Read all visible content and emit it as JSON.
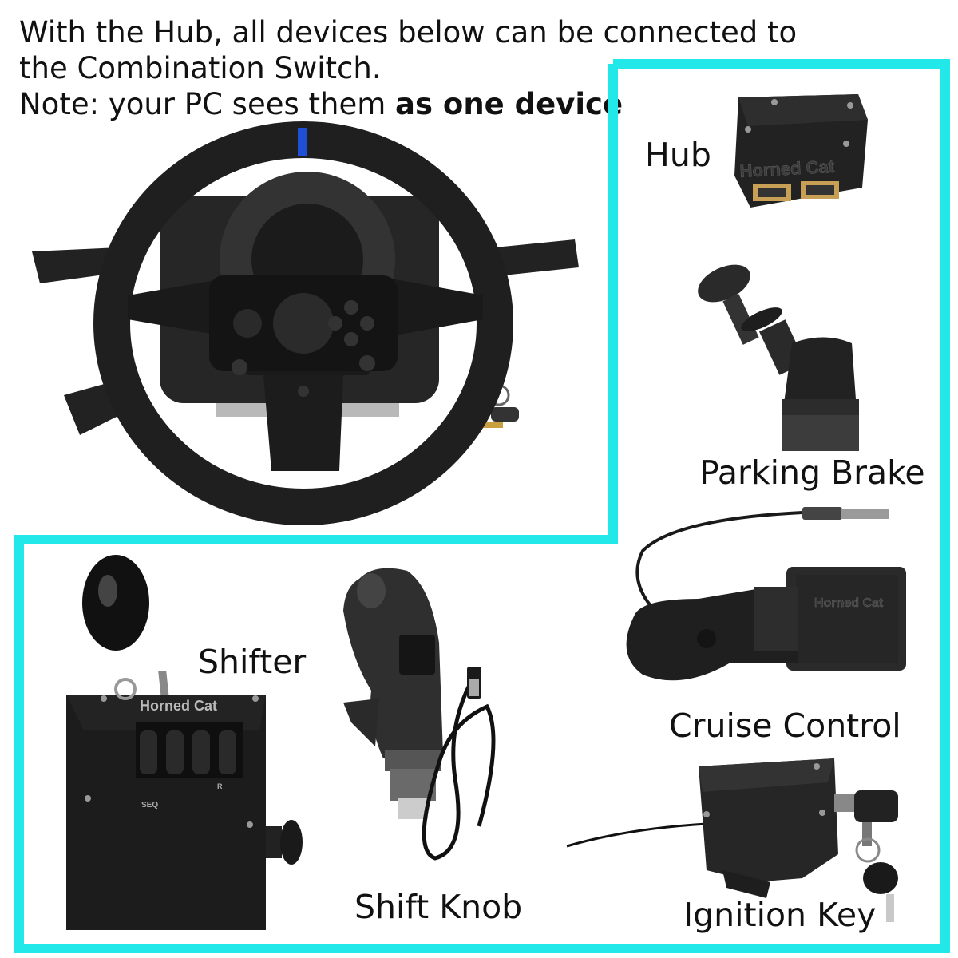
{
  "intro": {
    "line1": "With the Hub, all devices below can be connected to",
    "line2": "the Combination Switch.",
    "line3_prefix": "Note: your PC sees them ",
    "line3_bold": "as one device"
  },
  "labels": {
    "hub": "Hub",
    "parking_brake": "Parking Brake",
    "cruise_control": "Cruise Control",
    "shifter": "Shifter",
    "shift_knob": "Shift Knob",
    "ignition_key": "Ignition Key"
  },
  "brand_marks": {
    "hub_logo": "Horned Cat",
    "shifter_logo": "Horned Cat",
    "cruise_logo": "Horned Cat",
    "shifter_gear_seq": "SEQ",
    "shifter_gear_r": "R"
  },
  "colors": {
    "frame": "#22e8ea",
    "device_body": "#1c1c1c",
    "wheel_stripe": "#1e4fd6"
  }
}
